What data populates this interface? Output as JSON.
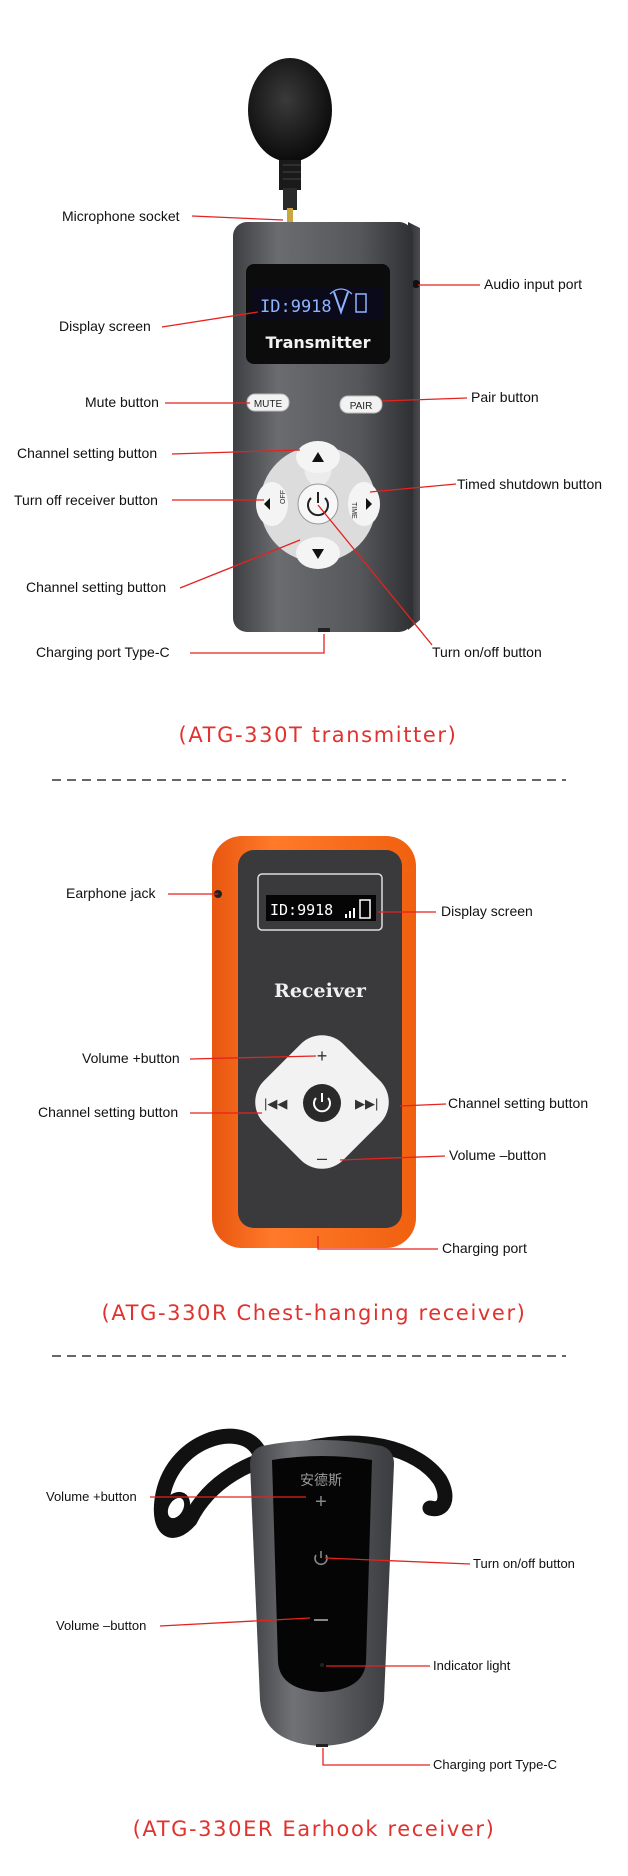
{
  "colors": {
    "caption": "#e0322e",
    "leader": "#e4231f",
    "receiver_orange": "#ff6a1a",
    "body_gray": "#55575b"
  },
  "transmitter": {
    "caption": "(ATG-330T transmitter)",
    "screen": {
      "id_text": "ID:9918",
      "brand": "Transmitter"
    },
    "keys": {
      "mute": "MUTE",
      "pair": "PAIR",
      "off": "OFF",
      "time": "TIME"
    },
    "labels": {
      "microphone_socket": "Microphone socket",
      "display_screen": "Display screen",
      "mute_button": "Mute button",
      "channel_up": "Channel setting button",
      "turn_off_receiver": "Turn off receiver button",
      "channel_down": "Channel setting button",
      "charging_port": "Charging port Type-C",
      "audio_input": "Audio input port",
      "pair_button": "Pair button",
      "timed_shutdown": "Timed shutdown button",
      "power": "Turn on/off button"
    }
  },
  "receiver": {
    "caption": "(ATG-330R Chest-hanging receiver)",
    "screen": {
      "id_text": "ID:9918",
      "brand": "Receiver"
    },
    "labels": {
      "earphone_jack": "Earphone jack",
      "display_screen": "Display screen",
      "volume_up": "Volume +button",
      "channel_left": "Channel setting button",
      "channel_right": "Channel setting button",
      "volume_down": "Volume –button",
      "charging_port": "Charging port"
    }
  },
  "earhook": {
    "caption": "(ATG-330ER Earhook receiver)",
    "brand": "安德斯",
    "labels": {
      "volume_up": "Volume +button",
      "power": "Turn on/off button",
      "volume_down": "Volume –button",
      "indicator": "Indicator light",
      "charging_port": "Charging port Type-C"
    }
  }
}
